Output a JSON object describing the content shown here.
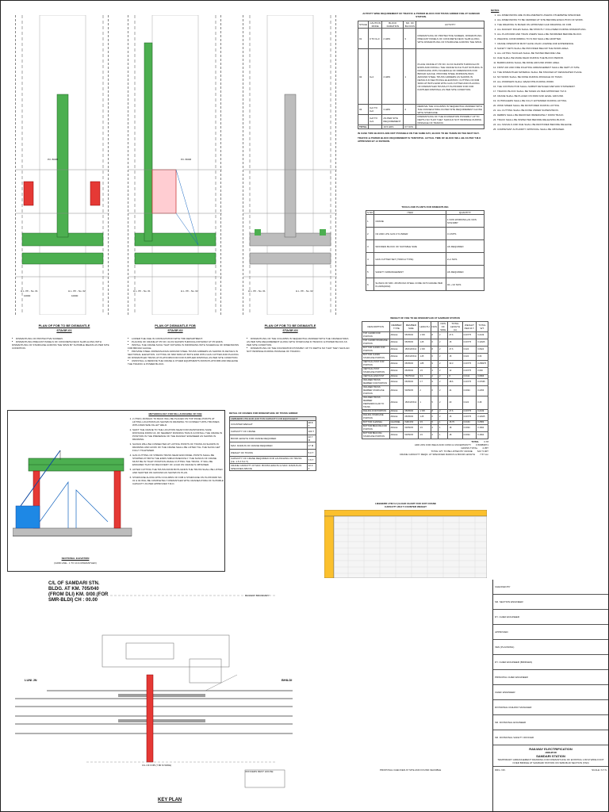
{
  "stage1": {
    "title": "PLAN OF FOB TO BE DISMANTLE",
    "stage": "STAGE-01",
    "notes": [
      "DISMANTLING OF PROTECTIVE SCREEN.",
      "DISMANTLING PRECAST PANELS OF CONCRETE DECK SLAB ALONG WITH DISMANTLING OF STAIRCASE ACROSS THE SPAN BY SUITABLE MEANS AS PER SITE CONDITION."
    ]
  },
  "stage2": {
    "title": "PLAN OF DISMANTLE FOB",
    "stage": "STAGE-02",
    "notes": [
      "LOWER THE OHE IN CONSULTATION WITH TRD DEPARTMENT.",
      "PLACING OF CRANE AT PF NO. 02 AS SHOWN THROUGH PATHWAY AT PF ENDS.",
      "INSTALL THE CRANE SUCH THAT NOTHING IS INFRINGING WITH SCHEDULE OF DIMENSIONS FOR BROAD GAUGE.",
      "PROVIDE STEEL ROPES/SLINGS AROUND STEEL TRUSS GIRDERS AS SHOWN IN DETAILS IN SECTIONAL ELEVATION. CUTTING OF 60M SPAN AT BOTH END WITH GAS CUTTER AND PLACING OF DISMANTLED TRUSS AT PLATFORM FOR FOR FURTHER DISPOSAL AS PER SITE CONDITION.",
      "UNINSTALL & REMOVE THE CRANE & OTHER EQUIPMENTS FROM PLATFORM AND RELEASE THE TRAFFIC & POWER BLOCK."
    ]
  },
  "stage3": {
    "title": "PLAN OF FOB TO BE DISMANTLE",
    "stage": "STAGE-03",
    "notes": [
      "DISMANTLING OF THE COLUMNS IN SEQUENTIAL MANNER WITH THE CRANE/HYDRA AS PER SITE REQUIREMENT ALONG WITH STAIRCASE IN TRAFFIC & POWER BLOCK AS PER SITE CONDITION.",
      "DISMANTLING OF THE FOUNDATION POSSIBLY UP TO DEPTH SO THAT THEY SHOULD NOT INFRINGE DURING PASSAGE OF TRAFFIC."
    ]
  },
  "plan_labels": {
    "pf1": "P.F. 800M",
    "pf2": "P.F. 800M",
    "hl1": "H.L. PF - No. 01",
    "hl2": "H.L. PF - No. 02",
    "w1": "10000",
    "w2": "10000"
  },
  "activity_table": {
    "title": "ACTIVITY WISE REQUIREMENT OF TRAFFIC & POWER BLOCK FOR TRUSS GIRDER FOB AT SAMDARI STATION.",
    "headers": [
      "STAGE",
      "CAUTION MODE",
      "BLOCK DURATION",
      "NO. OF BLOCKS",
      "ACTIVITY"
    ],
    "rows": [
      [
        "01",
        "0 TO 0+0",
        "2 HRS",
        "3",
        "DISMANTLING OF PROTECTIVE SCREEN, DISMANTLING PRECAST PANELS OF CONCRETE DECK SLAB ALONG WITH DISMANTLING OF STAIRCASE ACROSS THE SPAN."
      ],
      [
        "02",
        "0+4",
        "4 HRS",
        "1",
        "PLACE CRANE AT PF NO. 02 AS SHOWN THROUGH PF ENDS AND INSTALL THE CRANE SUCH THAT NOTHING IS INFRINGING WITH SCHEDULE OF DIMENSIONS FOR BROAD GAUGE. PROVIDE STEEL ROPES/SLINGS AROUND STEEL TRUSS GIRDERS AS SHOWN IN DETAILS IN SECTIONAL ELEVATION. CUTTING OF 60M SPAN AT BOTH END WITH GAS CUTTER AND PLACING OF DISMANTLED TRUSS AT PLATFORM FOR FOR FURTHER DISPOSAL AS PER SITE CONDITION."
      ],
      [
        "03",
        "0+0 TO 0+0",
        "3 HRS",
        "3",
        "REMOVE THE COLUMNS IN SEQUENTIAL MANNER WITH THE CRANE/HYDRA AS PER SITE REQUIREMENT ALONG WITH STAIRCASE."
      ],
      [
        "",
        "0+8 TO 0+9",
        "AS PER SITE REQUIREMENT",
        "",
        "DISMANTLING OF THE FOUNDATION POSSIBLY UP TO DEPTH SO THAT THEY SHOULD NOT INFRINGE DURING PASSAGE OF TRAFFIC."
      ],
      [
        "TOTAL",
        "",
        "19.5 HRS",
        "07 NOS",
        ""
      ]
    ],
    "note1": "IN CASE TWO BLOCKS ARE NOT POSSIBLE ON THE SAME DAY, BLOCK TO BE TAKEN ON THE NEXT DAY.",
    "note2": "TRAFFIC & POWER BLOCK REQUIREMENT IS TENTATIVE. ACTUAL TIME OF BLOCK WILL BE AS PER T.M.O APPROVED BY JJ DIVISION."
  },
  "tools_table": {
    "title": "TOOLS AND PLANTS FOR DISMANTLING",
    "headers": [
      "S.NO",
      "ITEM",
      "QUANTITY"
    ],
    "rows": [
      [
        "1",
        "CRANE",
        "1 NOS WORKING+01 NOS STANDBY"
      ],
      [
        "2",
        "O2 AND LPG GAS CYLINDER",
        "4 UNITS"
      ],
      [
        "3",
        "WOODEN BLOCK OF SUITABLE SIZE",
        "AS REQUIRED"
      ],
      [
        "4",
        "GAS CUTTER SET (TORCH TYPE)",
        "2+1 NOS"
      ],
      [
        "5",
        "SAFETY ARRANGEMENT",
        "AS REQUIRED"
      ],
      [
        "6",
        "SLINGS OF MIN. 28 MM DIA STEEL CORE 1970 GRADE PER IS:2266(2002)",
        "02 + 02 NOS"
      ]
    ]
  },
  "weight_table": {
    "title": "WEIGHT OF FOB TO BE DISMANTLED AT SAMDARI STATION",
    "headers": [
      "DESCRIPTION",
      "MEMBER TYPE",
      "MEMBER SIZE",
      "LENGTH",
      "NOS",
      "NOS OF SIDE",
      "TOTAL LENGTH (m)",
      "WEIGHT PER M.T.",
      "TOTAL WT."
    ],
    "rows": [
      [
        "TOP CHORD FOR PORTION",
        "ANGLE",
        "65X65X6",
        "1.725",
        "8",
        "2",
        "27.6",
        "0.00775",
        "0.2139"
      ],
      [
        "TOP CHORD STAIRCASE PORTION",
        "ANGLE",
        "65X65X6",
        "1.25",
        "6",
        "2",
        "15",
        "0.00775",
        "0.11625"
      ],
      [
        "BOTTOM CHORD FOR PORTION",
        "ANGLE",
        "150X115X12",
        "1.725",
        "8",
        "2",
        "27.6",
        "0.024",
        "0.6624"
      ],
      [
        "BOTTOM CHORD STAIRCASE PORTION",
        "ANGLE",
        "150X115X12",
        "1.25",
        "6",
        "2",
        "15",
        "0.024",
        "0.36"
      ],
      [
        "VERTICAL POST FOR PORTION",
        "ANGLE",
        "65X65X6",
        "1.85",
        "9",
        "2",
        "33.3",
        "0.00775",
        "0.258075"
      ],
      [
        "VERTICAL POST STAIRCASE PORTION",
        "ANGLE",
        "65X65X6",
        "1.5",
        "4",
        "2",
        "12",
        "0.00775",
        "0.093"
      ],
      [
        "VERTICAL END POST",
        "ANGLE",
        "75X75X10",
        "3.3",
        "2",
        "2",
        "8",
        "0.0111",
        "0.0666"
      ],
      [
        "INCLINED TRUSS MEMBER FOR PORTION",
        "ANGLE",
        "65X65X6",
        "2.7",
        "9",
        "2",
        "48.6",
        "0.00775",
        "0.37665"
      ],
      [
        "INCLINED TRUSS MEMBER STAIRCASE PORTION",
        "ANGLE",
        "50X50X5",
        "2",
        "6",
        "2",
        "24",
        "0.0094",
        "0.2256"
      ],
      [
        "INCLINED TRUSS MEMBER PERPENDICULAR TO TRUSS",
        "ANGLE",
        "150X115X12",
        "1",
        "5",
        "2",
        "20",
        "0.024",
        "0.48"
      ],
      [
        "RAILING FOR PORTION",
        "ANGLE",
        "65X65X6",
        "1.725",
        "8",
        "2",
        "27.6",
        "0.00775",
        "0.2139"
      ],
      [
        "RAILING STAIRCASE PORTION",
        "ANGLE",
        "65X65X6",
        "1.25",
        "6",
        "2",
        "15",
        "0.00775",
        "0.11625"
      ],
      [
        "BOTTOM CHANNEL",
        "CHANNEL",
        "ISMC150",
        "3.5",
        "5",
        "1",
        "15.75",
        "0.0164",
        "0.2583"
      ],
      [
        "BOTTOM BRACING FOR PORTION",
        "ANGLE",
        "50X50X5",
        "4.5",
        "4",
        "1",
        "18",
        "0.0094",
        "0.1692"
      ],
      [
        "BOTTOM BRACING STAIRCASE PORTION",
        "ANGLE",
        "50X50X5",
        "4.5",
        "4",
        "1",
        "18",
        "0.0094",
        "0.1692"
      ]
    ],
    "total_label": "TOTAL",
    "total_value": "3.78",
    "sum_rows": [
      [
        "ADD 20% FOR WELD AND CONN & UNCERTAINTY",
        "0.56889871"
      ],
      [
        "GROSS TOTAL",
        "4.35T"
      ],
      [
        "TOTAL WT. TO BE LIFTED BY CRANE",
        "SAY 5.00T"
      ],
      [
        "CRANE CAPACITY REQD. AT SPECIFIED RADIUS & BOOM LENGTH",
        "7.57 ton"
      ]
    ]
  },
  "methodology": {
    "title": "METHODOLOGY FOR DE-LAUNCHING OF FOB",
    "items": [
      "2 (TWO) 1M BACK TO BACK WILL BE PLACED ON TOP PANEL POINTS AT LIFTING LOCATIONS AS SHOWN IN DRAWING TO CONNECT WITH TRUSSES WITH M&M SIZE FILLET WELD.",
      "SHIFT THE CRANE TO THE LOCATION NEAR FOR MAINTAINING SAFE DISTANCE FROM C/L OF NEAREST RUNNING TRACK & INSTALL THE CRANE IN POSITION IN THE PRESENCE OF THE RAILWAY ENGINEER AS SHOWN IN DRAWING.",
      "SLINGS WILL BE CONNECTED AT LIFTING POINTS OF TRUSS AS SHOWN IN DRAWING AND HOOK OF THE CRANE SHALL BE LIFTED TILL THE SLING GET FULLY TIGHTENED.",
      "GAS CUTTING OF STRESS TRUSS NEAR END PANEL POINTS SHALL BE STARTED AT BOTH THE ENDS SIMULTANEOUSLY. THE SLINGS OF CRANE MUST BE IN TIGHT POSITION WHILE CUTTING THE TRUSS. IT WILL BE ENSURED THAT NO RECOVERY OF LOAD ON CRANE IS OBTAINED.",
      "AFTER CUTTING THE TRUSS FROM BOTH ENDS THE TRUSS SHALL BE LIFTED AND SHIFTED ON GROUND AS SHOWN IN PLAN.",
      "STAIRCASE ALONG WITH COLUMNS OF FOB & STAIRCASE ON PLATFORM NO. 01 & 02 WILL BE COMPLETELY DISMANTLED WITH CRANE/HYDRA OF SUITABLE CAPACITY AS PER APPROVED T.M.O."
    ],
    "section_title": "SECTIONAL ELEVATION",
    "section_sub": "(GRID LINE - 1 TO 13 & DISMANTLED)"
  },
  "crane_details": {
    "title": "DETAIL OF CRANES FOR DISMANTLING OF TRUSS GIRDER",
    "subtitle": "LIEBHERR LTM-1100 (100 TON CAPACITY) OR EQUIVALENT",
    "rows": [
      [
        "COUNTER WEIGHT",
        "28.8 T"
      ],
      [
        "CAPACITY OF CRANE",
        "100 T"
      ],
      [
        "BOOM LENGTH FOR CRANE REQUIRED",
        "22.7 M"
      ],
      [
        "MAX. RADIUS OF CRANE REQUIRED",
        "17 M"
      ],
      [
        "WEIGHT OF TRUSS",
        "5.0 T"
      ],
      [
        "CAPACITY OF CRANE REQUIRED FOR LAUNCHING OF TRUSS (I.E. 1.5 X 5.0 T)",
        "7.5 T"
      ],
      [
        "CRANE CAPACITY AT MAX. BOOM LENGTH & MAX. RADIUS AS SPECIFIED ABOVE",
        "12.0 T"
      ]
    ]
  },
  "load_chart": {
    "title": "LIEBHERR LTM-5.2 (1LOAD CHART FOR 100T CRANE",
    "subtitle": "CAPACITY 28.8 T COUNTER WEIGHT"
  },
  "general_notes": {
    "title": "NOTES",
    "items": [
      "ALL DIMENSIONS ARE IN MILLIMETERS UNLESS OTHERWISE SPECIFIED.",
      "ALL DIMENSIONS TO BE VERIFIED AT SITE BEFORE EXECUTION OF WORK.",
      "THE DRAWING IS BASED ON APPROVED GAD DRAWING OF FOB.",
      "ALL RAILWAY RULES SHALL BE STRICTLY FOLLOWED DURING DISMANTLING.",
      "ALL PLATFORM AND TRAIN USERS SHALL BE INFORMED BEFORE BLOCK.",
      "WELDING CONFORMING TO IS 816 SHALL BE ADOPTED.",
      "CRANE OPERATOR MUST HAVE VALID LICENSE AND EXPERIENCE.",
      "SAFETY NETS SHALL BE PROVIDED BELOW THE WORK AREA.",
      "ALL LIFTING TACKLES SHALL BE TESTED BEFORE USE.",
      "OHE SHALL BE MADE DEAD DURING THE BLOCK PERIOD.",
      "BARRICADING SHALL BE DONE AROUND WORK AREA.",
      "FIRST AID AND FIRE FIGHTING ARRANGEMENT SHALL BE KEPT AT SITE.",
      "THE DISMANTLED MATERIAL SHALL BE STACKED AT DESIGNATED PLACE.",
      "NO WORK SHALL BE DONE DURING PASSAGE OF TRAIN.",
      "ALL WORKERS SHALL WEAR PPE DURING WORK.",
      "THE CONTRACTOR SHALL SUBMIT DETAILED METHOD STATEMENT.",
      "TRAFFIC BLOCK SHALL BE TAKEN AS PER APPROVED T.M.O.",
      "CRANE SHALL BE PLACED ON FIRM AND LEVEL GROUND.",
      "OUTRIGGERS SHALL BE FULLY EXTENDED DURING LIFTING.",
      "WIND SPEED SHALL BE MONITORED DURING LIFTING.",
      "ALL CUTTING SHALL BE DONE UNDER SUPERVISION.",
      "DEBRIS SHALL BE REMOVED IMMEDIATELY FROM TRACK.",
      "TRACK SHALL BE INSPECTED BEFORE RELEASING BLOCK.",
      "ALL SIGNALS AND OHE SHALL BE RESTORED BEFORE RELEASE.",
      "COMPETENT AUTHORITY APPROVAL SHALL BE OBTAINED."
    ]
  },
  "key_plan": {
    "title": "KEY PLAN",
    "station_label": "C/L OF SAMDARI STN. BLDG. AT KM. 705/040 (FROM DLI) KM. 0/00 (FOR SMR-BLDI) CH : 00.00",
    "left_end": "LUNI JN",
    "right_end": "BHILDI",
    "fob_label": "C/L OF FOB (7.80 M WIDE)",
    "boundary": "RAILWAY BOUNDARY",
    "office": "OFFICERS REST HOUSE",
    "proposal": "PROPOSAL CHECKED AT SITE AND FOUND FEASIBLE"
  },
  "title_block": {
    "railway": "RAILWAY ELECTRIFICATION",
    "zone": "JODHPUR",
    "station": "SAMDARI STATION",
    "description": "TEMPORARY ARRANGEMENT DRAWING FOR DISMANTLING OF EXISTING 1.80 M WIDE FOOT OVER BRIDGE AT SAMDARI STATION ON SMR-BLDI SECTION (TAD)",
    "rows": [
      "CHECKED BY",
      "SR. SECTION ENGINEER",
      "DY. CHIEF ENGINEER",
      "APPROVED",
      "XEN (PLANNING)",
      "DY. CHIEF ENGINEER (BRIDGES)",
      "PRINCIPAL CHIEF ENGINEER",
      "CHIEF ENGINEER",
      "DIVISIONAL RAILWAY MANAGER",
      "SR. DIVISIONAL ENGINEER",
      "SR. DIVISIONAL SAFETY OFFICER"
    ],
    "drg_no": "DRG. NO.",
    "scale": "SCALE: N.T.S"
  }
}
